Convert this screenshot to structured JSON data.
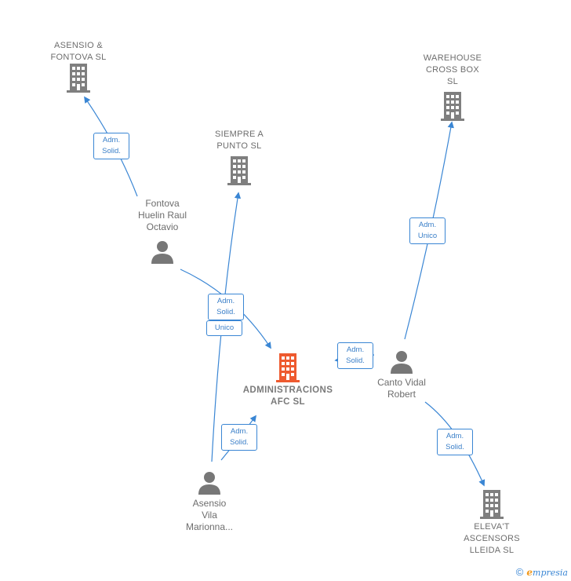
{
  "colors": {
    "company": "#7f7f7f",
    "main_company": "#ee5a2f",
    "person": "#777777",
    "edge": "#3a86d4"
  },
  "nodes": {
    "asensio_fontova": {
      "label": "ASENSIO &\nFONTOVA  SL",
      "icon": "building-icon"
    },
    "siempre_a_punto": {
      "label": "SIEMPRE A\nPUNTO  SL",
      "icon": "building-icon"
    },
    "warehouse_cross_box": {
      "label": "WAREHOUSE\nCROSS BOX\nSL",
      "icon": "building-icon"
    },
    "administracions_afc": {
      "label": "ADMINISTRACIONS\nAFC  SL",
      "icon": "building-icon"
    },
    "elevat_ascensors": {
      "label": "ELEVA'T\nASCENSORS\nLLEIDA  SL",
      "icon": "building-icon"
    },
    "fontova_huelin": {
      "label": "Fontova\nHuelin Raul\nOctavio",
      "icon": "person-icon"
    },
    "canto_vidal": {
      "label": "Canto Vidal\nRobert",
      "icon": "person-icon"
    },
    "asensio_vila": {
      "label": "Asensio\nVila\nMarionna...",
      "icon": "person-icon"
    }
  },
  "edges": [
    {
      "id": "e1",
      "label": "Adm.\nSolid."
    },
    {
      "id": "e2",
      "label": "Adm.\nSolid."
    },
    {
      "id": "e3",
      "label": "Unico"
    },
    {
      "id": "e4",
      "label": "Adm.\nSolid."
    },
    {
      "id": "e5",
      "label": "Adm.\nUnico"
    },
    {
      "id": "e6",
      "label": "Adm.\nSolid."
    },
    {
      "id": "e7",
      "label": "Adm.\nSolid."
    }
  ],
  "footer": {
    "copyright": "©",
    "brand_initial": "e",
    "brand_rest": "mpresia"
  }
}
